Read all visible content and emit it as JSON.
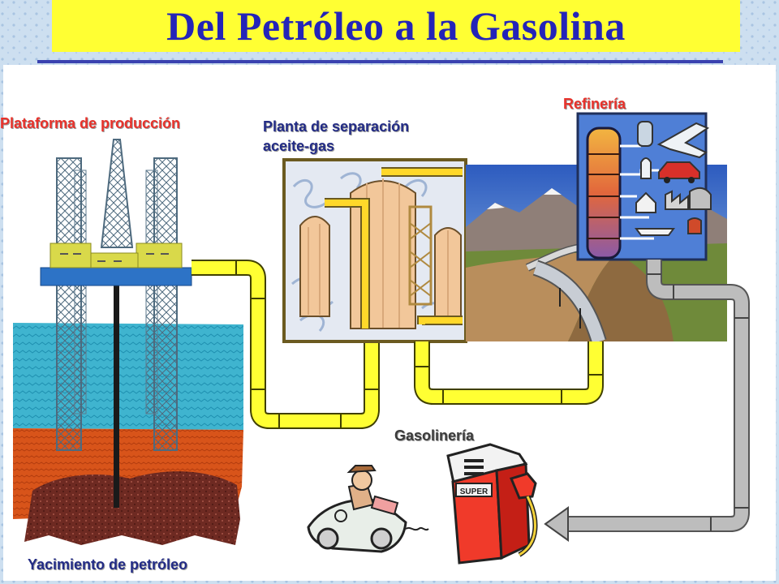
{
  "title": "Del Petróleo a la Gasolina",
  "labels": {
    "platform": "Plataforma de producción",
    "separation_line1": "Planta de separación",
    "separation_line2": "aceite-gas",
    "refinery": "Refinería",
    "gas_station": "Gasolinería",
    "reservoir": "Yacimiento de petróleo",
    "pump_badge": "SUPER"
  },
  "colors": {
    "title_bg": "#ffff33",
    "title_text": "#2424b8",
    "pipe_yellow": "#ffff33",
    "pipe_gray": "#b5b5b5",
    "label_red": "#e8322b",
    "label_navy": "#232c86"
  },
  "icons": [
    "oil-rig-icon",
    "separation-plant-icon",
    "pipeline-landscape-icon",
    "refinery-icon",
    "gas-pump-icon",
    "driver-car-icon"
  ]
}
